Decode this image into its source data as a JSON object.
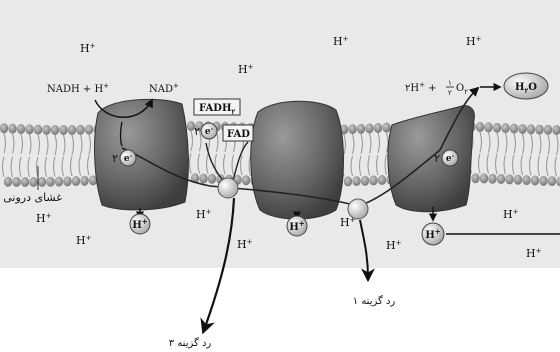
{
  "diagram": {
    "proton_label": "H",
    "proton_sup": "+",
    "nadh_label": "NADH + H",
    "nadh_sup": "+",
    "nad_label": "NAD",
    "nad_sup": "+",
    "fadh_label": "FADH",
    "fadh_sub": "۲",
    "fad_label": "FAD",
    "electron_label": "e",
    "electron_count": "۲",
    "oxygen_eq_coef": "۲",
    "oxygen_eq_h": "H",
    "oxygen_eq_rest": "+",
    "oxygen_frac_num": "۱",
    "oxygen_frac_den": "۲",
    "oxygen_o": "O",
    "oxygen_sub": "۲",
    "water_label": "H",
    "water_sub": "۲",
    "water_o": "O",
    "membrane_label": "غشای درونی",
    "option1_label": "رد گزینه ۱",
    "option3_label": "رد گزینه ۳"
  },
  "colors": {
    "background": "#e9e9e9",
    "protein": "#6a6a6a",
    "lipid_head": "#8e8e8e",
    "arrow": "#111111"
  }
}
